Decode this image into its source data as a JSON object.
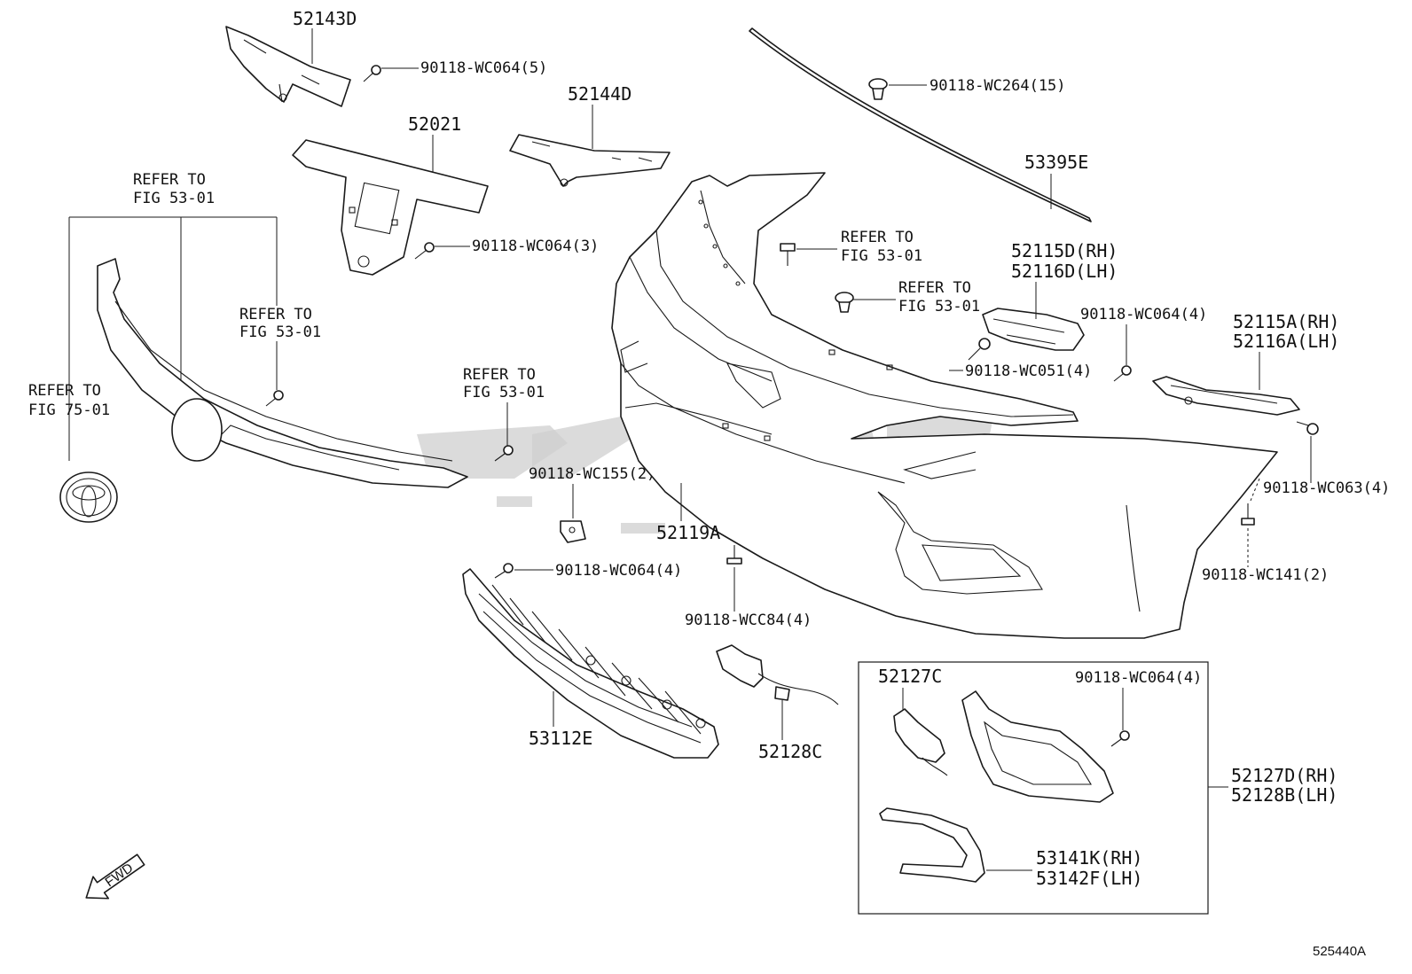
{
  "labels": {
    "p52143D": "52143D",
    "b90118_wc064_5": "90118-WC064(5)",
    "p52021": "52021",
    "p52144D": "52144D",
    "b90118_wc264_15": "90118-WC264(15)",
    "p53395E": "53395E",
    "refer_a1": "REFER TO",
    "refer_a2": "FIG 53-01",
    "refer_b1": "REFER TO",
    "refer_b2": "FIG 53-01",
    "refer_c1": "REFER TO",
    "refer_c2": "FIG 53-01",
    "refer_d1": "REFER TO",
    "refer_d2": "FIG 53-01",
    "refer_e1": "REFER TO",
    "refer_e2": "FIG 53-01",
    "refer_f1": "REFER TO",
    "refer_f2": "FIG 75-01",
    "b90118_wc064_3": "90118-WC064(3)",
    "p52115D": "52115D(RH)",
    "p52116D": "52116D(LH)",
    "b90118_wc064_4a": "90118-WC064(4)",
    "b90118_wc051_4": "90118-WC051(4)",
    "p52115A": "52115A(RH)",
    "p52116A": "52116A(LH)",
    "b90118_wc155_2": "90118-WC155(2)",
    "p52119A": "52119A",
    "b90118_wc063_4": "90118-WC063(4)",
    "b90118_wc064_4b": "90118-WC064(4)",
    "b90118_wcc84_4": "90118-WCC84(4)",
    "b90118_wc141_2": "90118-WC141(2)",
    "p52127C": "52127C",
    "b90118_wc064_4c": "90118-WC064(4)",
    "p53112E": "53112E",
    "p52128C": "52128C",
    "p52127D": "52127D(RH)",
    "p52128B": "52128B(LH)",
    "p53141K": "53141K(RH)",
    "p53142F": "53142F(LH)",
    "fwd": "FWD",
    "figure_id": "525440A"
  }
}
